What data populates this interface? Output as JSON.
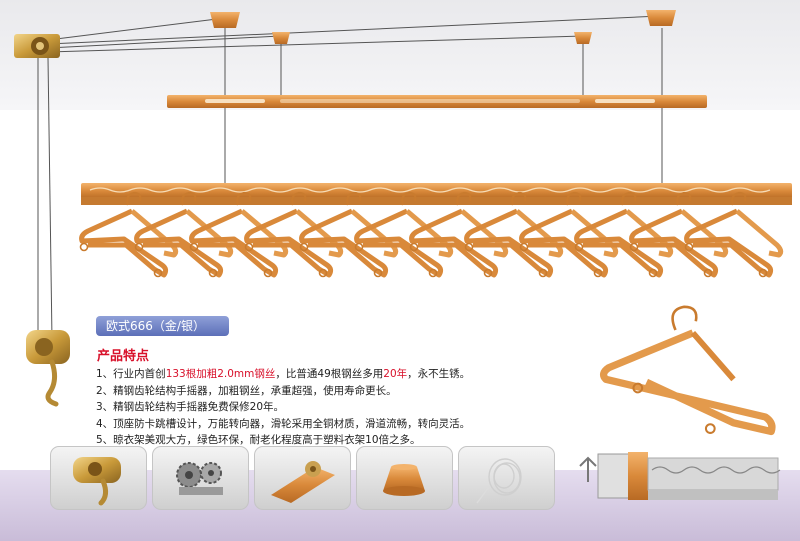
{
  "product": {
    "model_label": "欧式666（金/银）",
    "features_title": "产品特点",
    "features": [
      {
        "pre": "1、行业内首创",
        "hl": "133根加粗2.0mm钢丝",
        "mid": "，比普通49根钢丝多用",
        "hl2": "20年",
        "post": "，永不生锈。"
      },
      {
        "pre": "2、精钢齿轮结构手摇器，加粗钢丝，承重超强，使用寿命更长。",
        "hl": "",
        "mid": "",
        "hl2": "",
        "post": ""
      },
      {
        "pre": "3、精钢齿轮结构手摇器免费保修20年。",
        "hl": "",
        "mid": "",
        "hl2": "",
        "post": ""
      },
      {
        "pre": "4、顶座防卡跳槽设计，万能转向器，滑轮采用全铜材质，滑道流畅，转向灵活。",
        "hl": "",
        "mid": "",
        "hl2": "",
        "post": ""
      },
      {
        "pre": "5、晾衣架美观大方，绿色环保，耐老化程度高于塑料衣架10倍之多。",
        "hl": "",
        "mid": "",
        "hl2": "",
        "post": ""
      }
    ]
  },
  "colors": {
    "rail_gold": "#d9893a",
    "rail_dark": "#b86a24",
    "accent_red": "#d8102a",
    "tag_blue": "#6a7cc2",
    "wire": "#555555"
  },
  "thumbnails": [
    {
      "icon": "hand-crank-icon"
    },
    {
      "icon": "gear-assembly-icon"
    },
    {
      "icon": "pulley-bracket-icon"
    },
    {
      "icon": "ceiling-base-icon"
    },
    {
      "icon": "steel-wire-icon"
    },
    {
      "icon": "rail-section-icon"
    }
  ]
}
